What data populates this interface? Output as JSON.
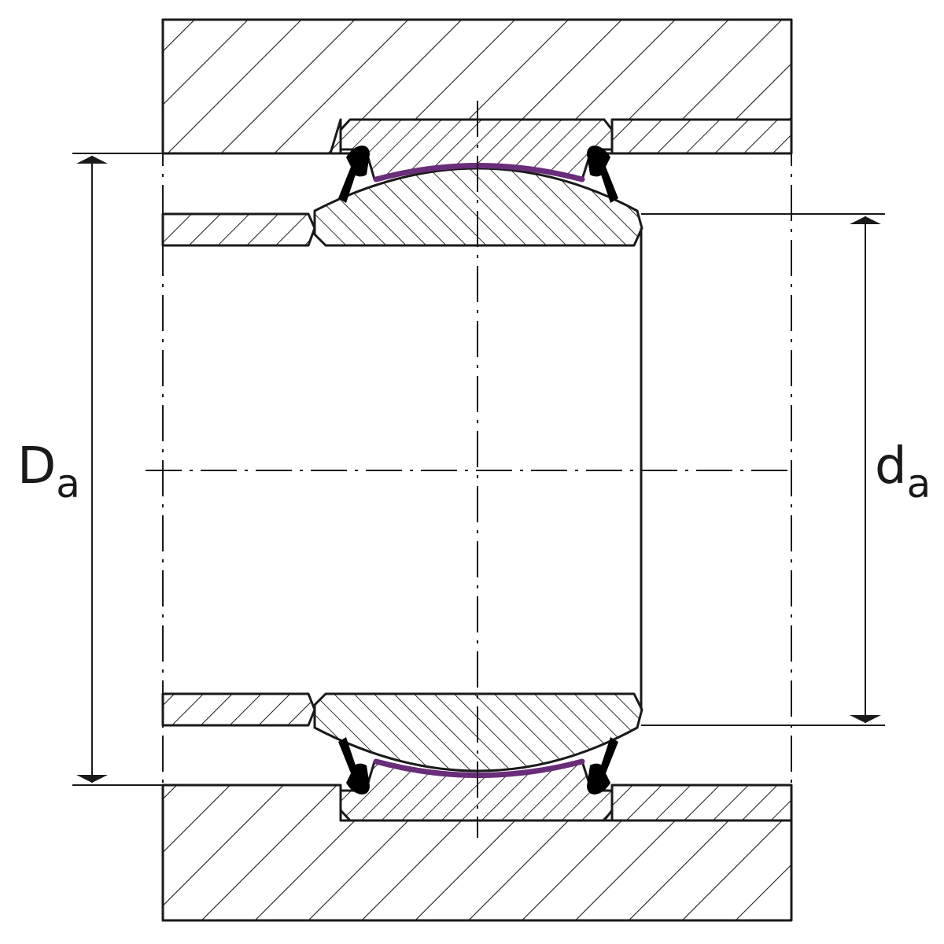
{
  "labels": {
    "housing_bore": {
      "main": "D",
      "sub": "a"
    },
    "shaft_diameter": {
      "main": "d",
      "sub": "a"
    }
  },
  "colors": {
    "line": "#1a1a1a",
    "sliding_layer": "#6a2d7a",
    "seal": "#000000",
    "background": "#ffffff"
  }
}
